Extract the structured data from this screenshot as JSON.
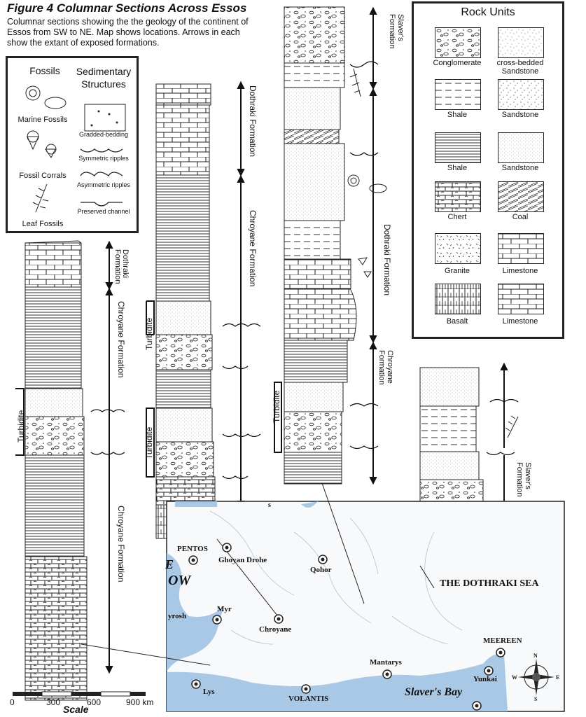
{
  "figure": {
    "title": "Figure 4  Columnar Sections Across Essos",
    "caption": "Columnar sections showing the the geology of the continent of Essos from SW to NE. Map shows locations. Arrows in each show the extant of exposed formations."
  },
  "fossil_legend": {
    "fossils_heading": "Fossils",
    "structures_heading": "Sedimentary Structures",
    "items": [
      "Marine Fossils",
      "Fossil Corrals",
      "Leaf Fossils"
    ],
    "structures": [
      "Gradded-bedding",
      "Symmetric ripples",
      "Asymmetric ripples",
      "Preserved channel"
    ]
  },
  "rock_units": {
    "heading": "Rock Units",
    "items": [
      "Conglomerate",
      "cross-bedded Sandstone",
      "Shale",
      "Sandstone",
      "Shale",
      "Sandstone",
      "Chert",
      "Coal",
      "Granite",
      "Limestone",
      "Basalt",
      "Limestone"
    ]
  },
  "formations": {
    "dothraki": "Dothraki Formation",
    "chroyane": "Chroyane Formation",
    "slavers": "Slaver's Formation",
    "dothraki_stack": "Dothraki Formation",
    "chroyane_stack": "Chroyane Formation",
    "slavers_stack": "Slaver's Formation",
    "turbidite": "Turbidite"
  },
  "map": {
    "cities": [
      "PENTOS",
      "Ghoyan Drohe",
      "Qohor",
      "Myr",
      "Chroyane",
      "Mantarys",
      "MEEREEN",
      "Yunkai",
      "Lys",
      "VOLANTIS"
    ],
    "partial": [
      "yrosh",
      "OW",
      "E",
      "s"
    ],
    "regions": [
      "THE DOTHRAKI SEA",
      "Slaver's Bay"
    ],
    "compass": [
      "N",
      "E",
      "S",
      "W"
    ]
  },
  "scale": {
    "ticks": [
      "0",
      "300",
      "600",
      "900 km"
    ],
    "label": "Scale"
  }
}
